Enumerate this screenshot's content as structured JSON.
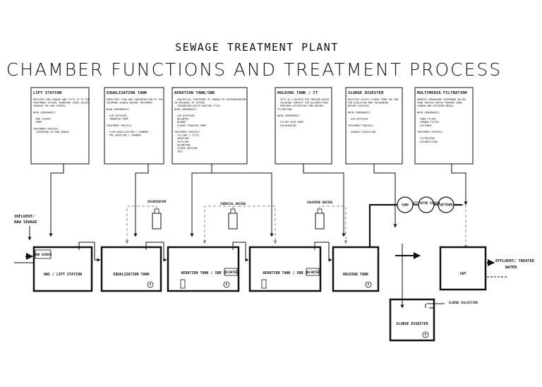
{
  "title": {
    "line1": "SEWAGE TREATMENT PLANT",
    "line2": "CHAMBER FUNCTIONS AND TREATMENT PROCESS"
  },
  "cards": [
    {
      "heading": "LIFT STATION",
      "lines": [
        "RECEIVES RAW SEWAGE AND LIFTS IT TO THE",
        "TREATMENT SYSTEM, REMOVING LARGE SOLIDS",
        "THROUGH THE BAR SCREEN",
        "",
        "MAIN COMPONENTS:",
        "",
        "- BAR SCREEN",
        "- PUMP",
        "",
        "TREATMENT PROCESS:",
        "- SCREENING OF RAW SEWAGE"
      ]
    },
    {
      "heading": "EQUALIZATION TANK",
      "lines": [
        "EQUALIZES FLOW AND CONCENTRATION OF THE",
        "INCOMING SEWAGE BEFORE TREATMENT",
        "",
        "MAIN COMPONENTS:",
        "",
        "- AIR DIFFUSER",
        "- TRANSFER PUMP",
        "",
        "TREATMENT PROCESS:",
        "",
        "- FLOW EQUALIZATION         1 CHAMBER",
        "- PRE AERATION               1 CHAMBER"
      ]
    },
    {
      "heading": "AERATION TANK/SBR",
      "lines": [
        "- BIOLOGICAL TREATMENT OF SEWAGE BY MICROORGANISMS",
        "  IN PRESENCE OF OXYGEN",
        "- SEQUENCING BATCH REACTOR CYCLE",
        "MAIN COMPONENTS:",
        "",
        "- AIR DIFFUSER",
        "- DECANTER",
        "- BLOWER",
        "- SLUDGE TRANSFER PUMP",
        "",
        "TREATMENT PROCESS:",
        "- FILLING                  1 CYCLE",
        "- AERATION",
        "- SETTLING",
        "- DECANTING",
        "- SLUDGE WASTING",
        "- IDLE"
      ]
    },
    {
      "heading": "HOLDING TANK / CT",
      "lines": [
        "- ACTS AS A BUFFER FOR TREATED WATER",
        "- CHLORINE CONTACT FOR DISINFECTION",
        "- PROVIDES RETENTION TIME BEFORE",
        "  FILTRATION",
        "",
        "MAIN COMPONENTS:",
        "",
        "- FILTER FEED PUMP",
        "- CHLORINATOR"
      ]
    },
    {
      "heading": "SLUDGE DIGESTER",
      "lines": [
        "RECEIVES EXCESS SLUDGE FROM THE SBR",
        "FOR DIGESTION AND THICKENING",
        "BEFORE DISPOSAL",
        "",
        "MAIN COMPONENTS:",
        "",
        "- AIR DIFFUSER",
        "",
        "TREATMENT PROCESS:",
        "",
        "- AEROBIC DIGESTION"
      ]
    },
    {
      "heading": "MULTIMEDIA FILTRATION",
      "lines": [
        "REMOVES REMAINING SUSPENDED SOLIDS",
        "FROM TREATED WATER THROUGH SAND,",
        "CARBON AND SOFTENER MEDIA",
        "",
        "MAIN COMPONENTS:",
        "",
        "- SAND FILTER",
        "- CARBON FILTER",
        "- SOFTENER",
        "",
        "TREATMENT PROCESS:",
        "",
        "- FILTRATION",
        "- DISINFECTION"
      ]
    }
  ],
  "tanks": {
    "lift": "OWS / LIFT STATION",
    "eq": "EQUALIZATION TANK",
    "aer1": "AERATION TANK / SBR 1",
    "aer2": "AERATION TANK / SBR 2",
    "hold": "HOLDING TANK",
    "ct": "CWT",
    "digester": "SLUDGE DIGESTER"
  },
  "small_labels": {
    "bar_screen": "BAR SCREEN",
    "decanter1": "DECANTER",
    "decanter2": "DECANTER",
    "chem1": "CHLORINATOR",
    "chem2": "CHEMICAL DOSING",
    "chem3": "CHLORINE DOSING",
    "filter_sand": "SAND",
    "filter_carbon": "ACTIVATED CARBON",
    "filter_soft": "SOFTENER",
    "sludge_collection": "SLUDGE COLLECTION",
    "pump": "P"
  },
  "side": {
    "influent_1": "INFLUENT/",
    "influent_2": "RAW SEWAGE",
    "effluent_1": "EFFLUENT/ TREATED",
    "effluent_2": "WATER"
  }
}
